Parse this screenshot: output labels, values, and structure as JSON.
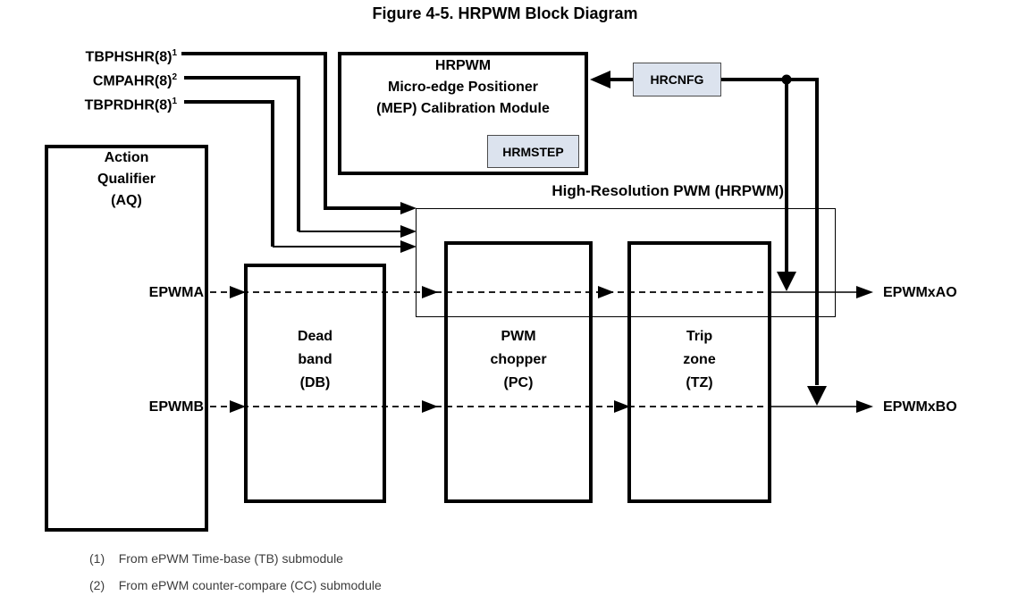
{
  "title": "Figure 4-5. HRPWM Block Diagram",
  "colors": {
    "line": "#000000",
    "register_fill": "#dce3ee",
    "register_border": "#4d4d4d"
  },
  "inputs": [
    {
      "text": "TBPHSHR(8)",
      "sup": "1"
    },
    {
      "text": "CMPAHR(8)",
      "sup": "2"
    },
    {
      "text": "TBPRDHR(8)",
      "sup": "1"
    }
  ],
  "mep_module": {
    "line1": "HRPWM",
    "line2": "Micro-edge Positioner",
    "line3": "(MEP) Calibration Module",
    "register": "HRMSTEP"
  },
  "hrcnfg_register": "HRCNFG",
  "region_label": "High-Resolution PWM (HRPWM)",
  "blocks": {
    "aq": {
      "line1": "Action",
      "line2": "Qualifier",
      "line3": "(AQ)"
    },
    "db": {
      "line1": "Dead",
      "line2": "band",
      "line3": "(DB)"
    },
    "pc": {
      "line1": "PWM",
      "line2": "chopper",
      "line3": "(PC)"
    },
    "tz": {
      "line1": "Trip",
      "line2": "zone",
      "line3": "(TZ)"
    }
  },
  "signals": {
    "a_in": "EPWMA",
    "b_in": "EPWMB",
    "a_out": "EPWMxAO",
    "b_out": "EPWMxBO"
  },
  "footnotes": [
    {
      "num": "(1)",
      "text": "From ePWM Time-base (TB) submodule"
    },
    {
      "num": "(2)",
      "text": "From ePWM counter-compare (CC) submodule"
    }
  ]
}
